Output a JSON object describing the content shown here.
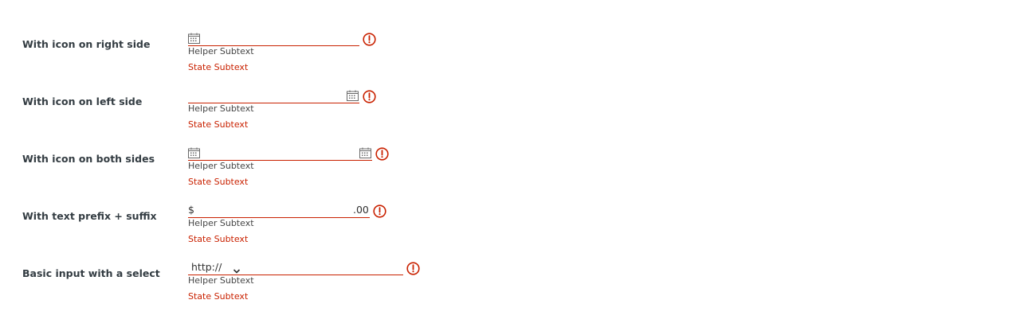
{
  "rows": [
    {
      "label": "With icon on right side",
      "helper": "Helper Subtext",
      "state": "State Subtext",
      "input_value": ""
    },
    {
      "label": "With icon on left side",
      "helper": "Helper Subtext",
      "state": "State Subtext",
      "input_value": ""
    },
    {
      "label": "With icon on both sides",
      "helper": "Helper Subtext",
      "state": "State Subtext",
      "input_value": ""
    },
    {
      "label": "With text prefix + suffix",
      "helper": "Helper Subtext",
      "state": "State Subtext",
      "prefix": "$",
      "suffix": ".00",
      "input_value": ""
    },
    {
      "label": "Basic input with a select",
      "helper": "Helper Subtext",
      "state": "State Subtext",
      "select_value": "http://",
      "input_value": ""
    }
  ],
  "icons": {
    "field_icon": "calendar-icon",
    "status_icon": "exclamation-circle-icon",
    "select_icon": "chevron-down-icon"
  },
  "colors": {
    "error": "#c92100",
    "label": "#333c42",
    "helper": "#454545",
    "icon": "#6a6a6a"
  }
}
